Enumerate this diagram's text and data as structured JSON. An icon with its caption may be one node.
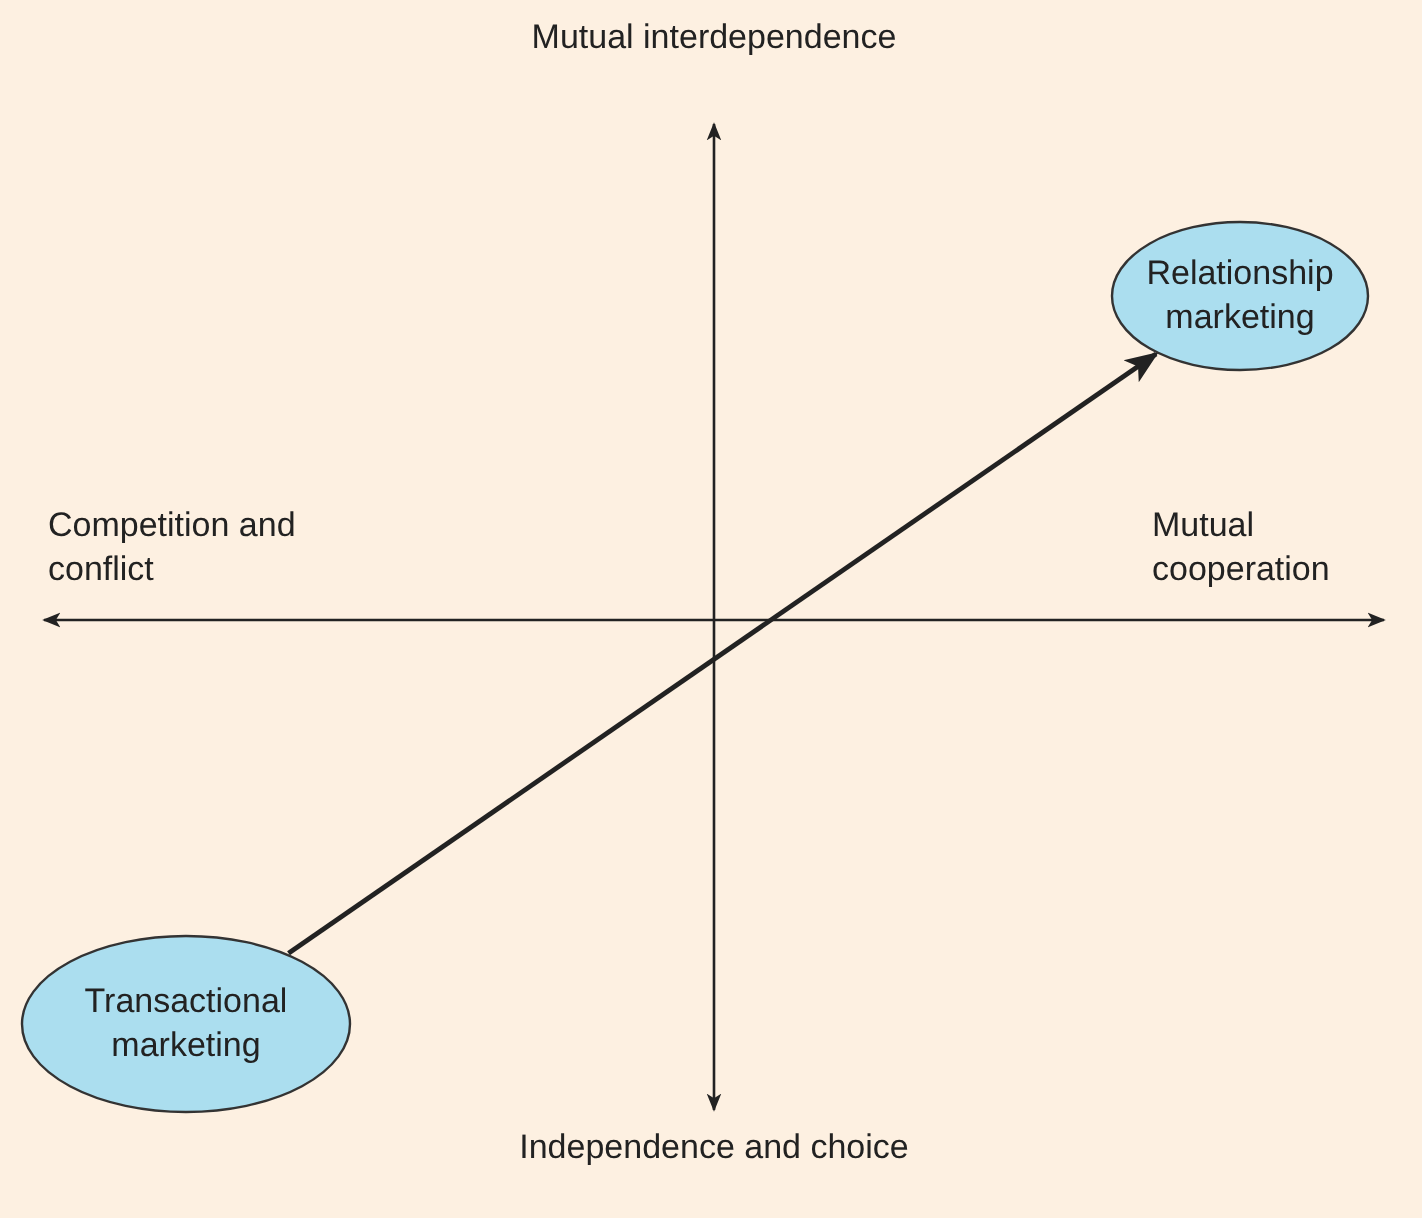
{
  "diagram": {
    "nodes": [
      {
        "text": [
          "Relationship marketing"
        ]
      },
      {
        "text": [
          "Transactional marketing"
        ]
      }
    ],
    "edges": [
      {
        "from": 1,
        "to": 0,
        "arrow": "to"
      }
    ],
    "labels": [
      "Mutual interdependence",
      "Competition and conflict",
      "Mutual cooperation",
      "Independence and choice"
    ]
  }
}
